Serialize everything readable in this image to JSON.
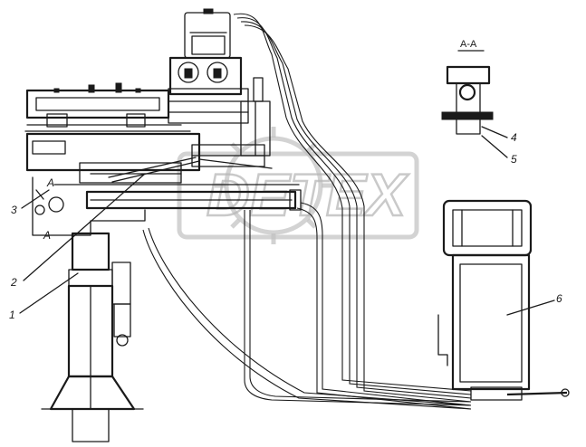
{
  "watermark": {
    "text": "DETEX"
  },
  "section": {
    "label": "A-A"
  },
  "view_marks": {
    "left_upper": "A",
    "left_lower": "A"
  },
  "callouts": [
    {
      "id": "1",
      "text": "1"
    },
    {
      "id": "2",
      "text": "2"
    },
    {
      "id": "3",
      "text": "3"
    },
    {
      "id": "4",
      "text": "4"
    },
    {
      "id": "5",
      "text": "5"
    },
    {
      "id": "6",
      "text": "6"
    }
  ]
}
